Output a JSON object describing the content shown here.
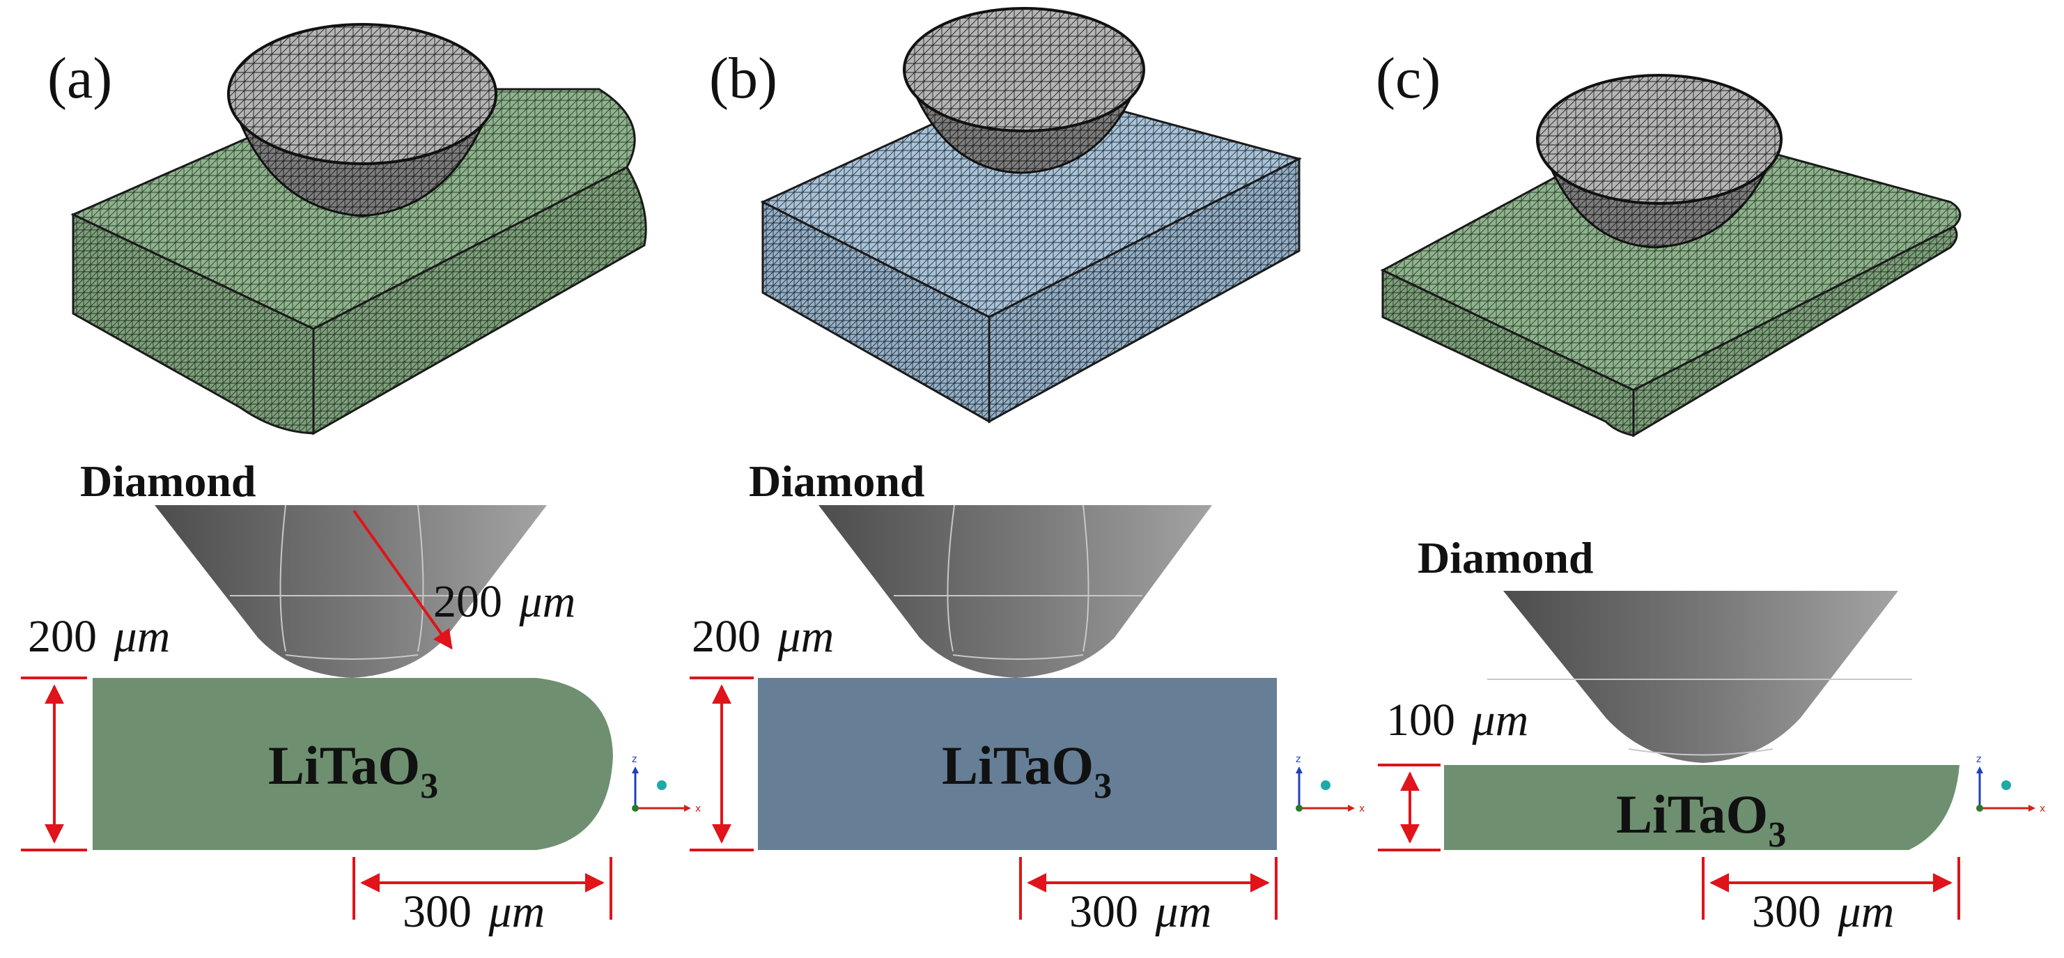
{
  "colors": {
    "green_sample": "#6e9070",
    "green_mesh": "#8fb48d",
    "blue_sample": "#667f97",
    "blue_mesh": "#a9c3d8",
    "diamond_light": "#9c9c9c",
    "diamond_dark": "#4a4a4a",
    "mesh_line": "#2b2b2b",
    "dimension_red": "#e0141a",
    "axis_z": "#1f3fbf",
    "axis_x": "#d0221a",
    "axis_dot": "#1fa9a9"
  },
  "panels": [
    {
      "label": "(a)",
      "diamond_label": "Diamond",
      "material_base": "LiTaO",
      "material_sub": "3",
      "height_value": "200",
      "height_unit": "μm",
      "radius_value": "200",
      "radius_unit": "μm",
      "width_value": "300",
      "width_unit": "μm",
      "edge_shape": "rounded-full"
    },
    {
      "label": "(b)",
      "diamond_label": "Diamond",
      "material_base": "LiTaO",
      "material_sub": "3",
      "height_value": "200",
      "height_unit": "μm",
      "width_value": "300",
      "width_unit": "μm",
      "edge_shape": "square"
    },
    {
      "label": "(c)",
      "diamond_label": "Diamond",
      "material_base": "LiTaO",
      "material_sub": "3",
      "height_value": "100",
      "height_unit": "μm",
      "width_value": "300",
      "width_unit": "μm",
      "edge_shape": "rounded-thin"
    }
  ],
  "axis": {
    "z_label": "z",
    "x_label": "x"
  }
}
